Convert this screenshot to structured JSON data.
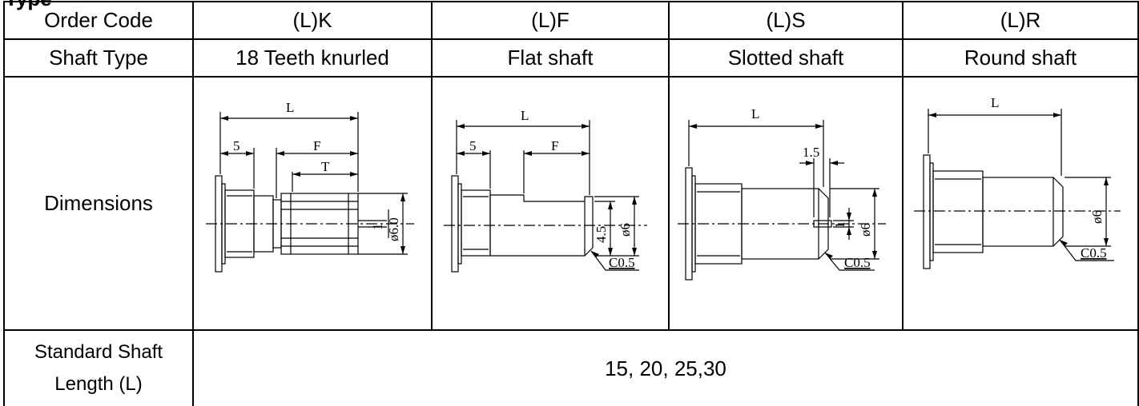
{
  "header": {
    "title_fragment": "Type"
  },
  "table": {
    "rows": {
      "order_code": {
        "label": "Order Code",
        "values": [
          "(L)K",
          "(L)F",
          "(L)S",
          "(L)R"
        ]
      },
      "shaft_type": {
        "label": "Shaft Type",
        "values": [
          "18 Teeth knurled",
          "Flat shaft",
          "Slotted shaft",
          "Round shaft"
        ]
      },
      "dimensions": {
        "label": "Dimensions"
      },
      "standard_length": {
        "label_line1": "Standard Shaft",
        "label_line2": "Length (L)",
        "value": "15, 20, 25,30"
      }
    }
  },
  "drawings": {
    "k": {
      "L": "L",
      "five": "5",
      "F": "F",
      "T": "T",
      "one": "1",
      "dia": "ø6.0"
    },
    "f": {
      "L": "L",
      "five": "5",
      "F": "F",
      "flat": "4.5",
      "dia": "ø6",
      "chamfer": "C0.5"
    },
    "s": {
      "L": "L",
      "slot": "1.5",
      "one": "1",
      "dia": "ø6",
      "chamfer": "C0.5"
    },
    "r": {
      "L": "L",
      "dia": "ø6",
      "chamfer": "C0.5"
    }
  }
}
